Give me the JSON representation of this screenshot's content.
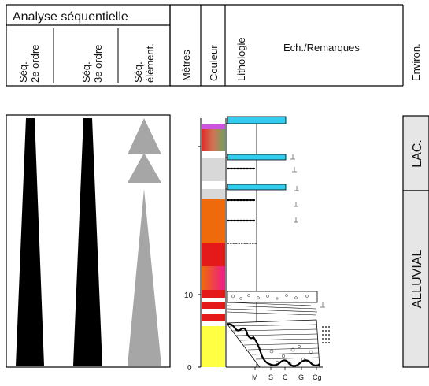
{
  "header": {
    "title": "Analyse séquentielle",
    "seq2": [
      "Séq.",
      "2e ordre"
    ],
    "seq3": [
      "Séq.",
      "3e ordre"
    ],
    "seqe": [
      "Séq.",
      "élément."
    ],
    "metres": "Mètres",
    "couleur": "Couleur",
    "lithologie": "Lithologie",
    "remarques": "Ech./Remarques",
    "environ": "Environ."
  },
  "environments": {
    "lac": "LAC.",
    "alluvial": "ALLUVIAL"
  },
  "scale": {
    "ten": "10",
    "zero": "0"
  },
  "grain": [
    "M",
    "S",
    "C",
    "G",
    "Cg"
  ],
  "colors": {
    "black_triangle": "#000000",
    "grey_triangle": "#a6a6a6",
    "env_box": "#e6e6e6",
    "carbonate": "#33ccee",
    "orange": "#ee6a0a",
    "red": "#e41a1a",
    "magenta": "#ee1a8c",
    "yellow": "#ffff44",
    "light_grey": "#d8d8d8",
    "purple": "#cc55dd",
    "green": "#7aa05a"
  }
}
